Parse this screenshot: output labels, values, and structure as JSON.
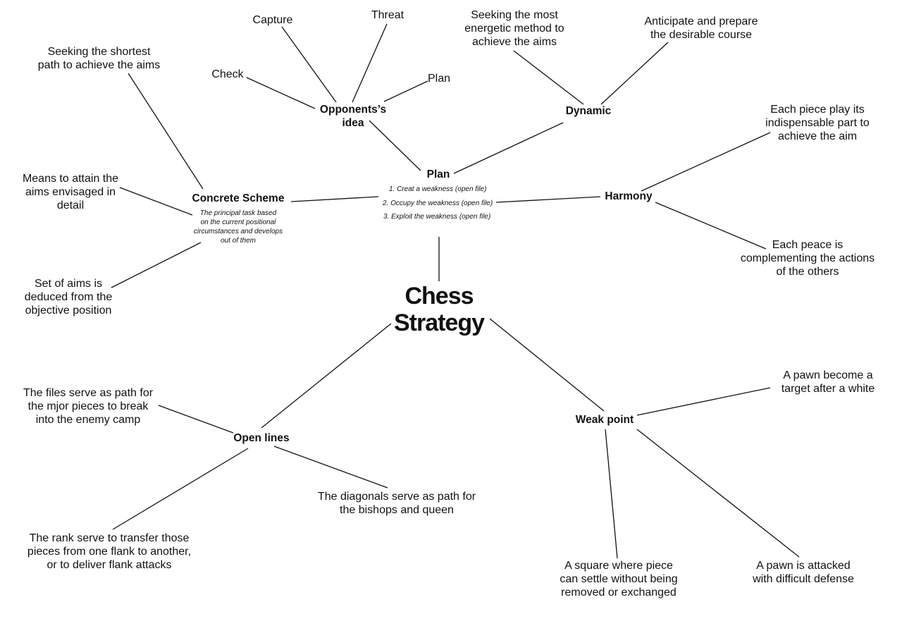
{
  "center": {
    "label": "Chess\nStrategy"
  },
  "plan": {
    "label": "Plan",
    "steps": [
      "1. Creat a weakness (open file)",
      "2. Occupy the weakness (open file)",
      "3. Exploit the weakness (open file)"
    ]
  },
  "opponents_idea": {
    "label": "Opponents’s\nidea",
    "leaves": {
      "capture": "Capture",
      "threat": "Threat",
      "check": "Check",
      "plan": "Plan"
    }
  },
  "dynamic": {
    "label": "Dynamic",
    "leaves": {
      "energetic": "Seeking the most\nenergetic method to\nachieve the aims",
      "anticipate": "Anticipate and prepare\nthe desirable course"
    }
  },
  "harmony": {
    "label": "Harmony",
    "leaves": {
      "each_piece": "Each piece play its\nindispensable part to\nachieve the aim",
      "each_peace": "Each peace is\ncomplementing the actions\nof the others"
    }
  },
  "concrete_scheme": {
    "label": "Concrete Scheme",
    "note": "The principal task based\non the current positional\ncircumstances and develops\nout of them",
    "leaves": {
      "shortest": "Seeking the shortest\npath to achieve the aims",
      "means": "Means to attain the\naims envisaged in\ndetail",
      "set_of_aims": "Set of aims is\ndeduced from the\nobjective position"
    }
  },
  "open_lines": {
    "label": "Open lines",
    "leaves": {
      "files": "The files serve as path for\nthe mjor pieces to break\ninto the enemy camp",
      "diagonals": "The diagonals serve as path for\nthe bishops and queen",
      "rank": "The rank serve to transfer those\npieces from one flank to another,\nor to deliver flank attacks"
    }
  },
  "weak_point": {
    "label": "Weak point",
    "leaves": {
      "pawn_target": "A pawn become a\ntarget after a white",
      "square": "A square where piece\ncan settle without being\nremoved or exchanged",
      "pawn_attacked": "A pawn is attacked\nwith difficult defense"
    }
  }
}
